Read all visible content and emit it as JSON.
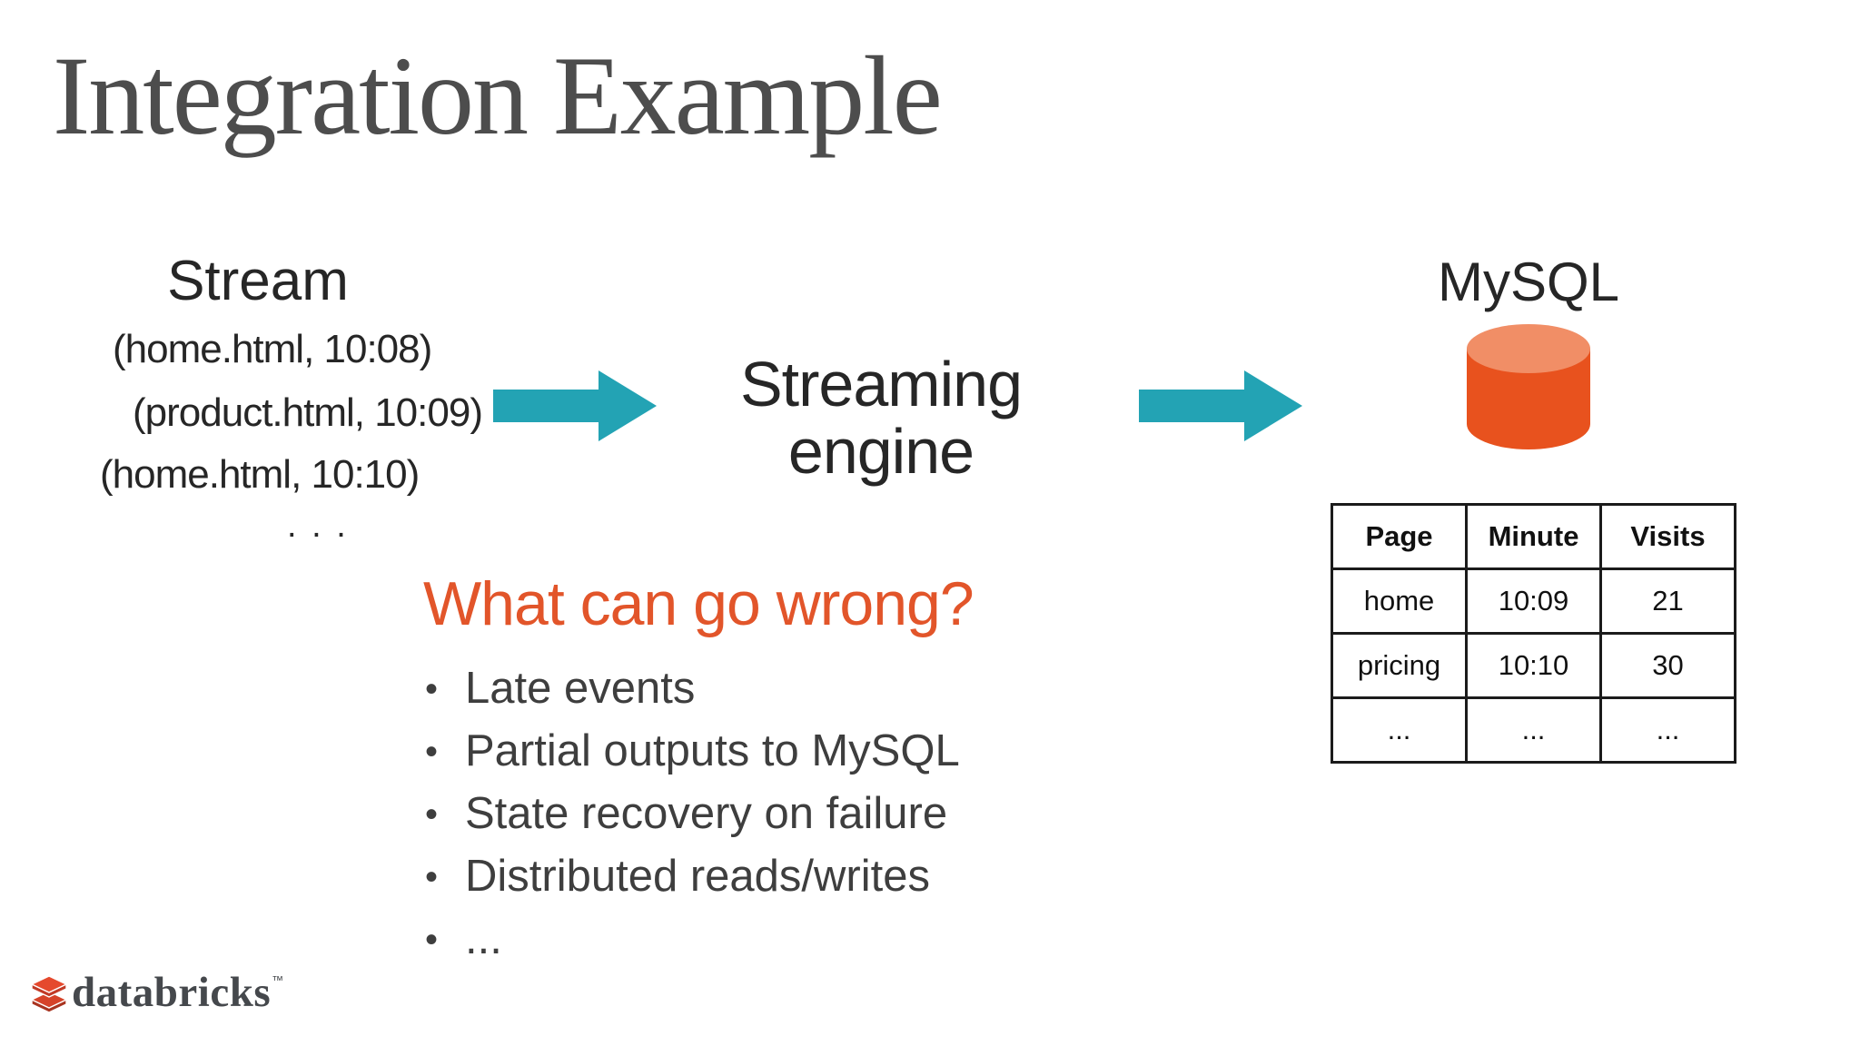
{
  "title": "Integration Example",
  "colors": {
    "teal": "#23A3B4",
    "orange": "#E2552A",
    "cylinder_body": "#E8521E",
    "cylinder_top": "#F18E66"
  },
  "stream": {
    "label": "Stream",
    "events": [
      "(home.html, 10:08)",
      "(product.html, 10:09)",
      "(home.html, 10:10)",
      ". . ."
    ]
  },
  "engine": {
    "line1": "Streaming",
    "line2": "engine"
  },
  "mysql": {
    "label": "MySQL",
    "table": {
      "headers": [
        "Page",
        "Minute",
        "Visits"
      ],
      "rows": [
        [
          "home",
          "10:09",
          "21"
        ],
        [
          "pricing",
          "10:10",
          "30"
        ],
        [
          "...",
          "...",
          "..."
        ]
      ]
    }
  },
  "question": {
    "heading": "What can go wrong?",
    "bullet_char": "•",
    "bullets": [
      "Late events",
      "Partial outputs to MySQL",
      "State recovery on failure",
      "Distributed reads/writes",
      "..."
    ]
  },
  "footer": {
    "brand": "databricks",
    "trademark": "™"
  }
}
